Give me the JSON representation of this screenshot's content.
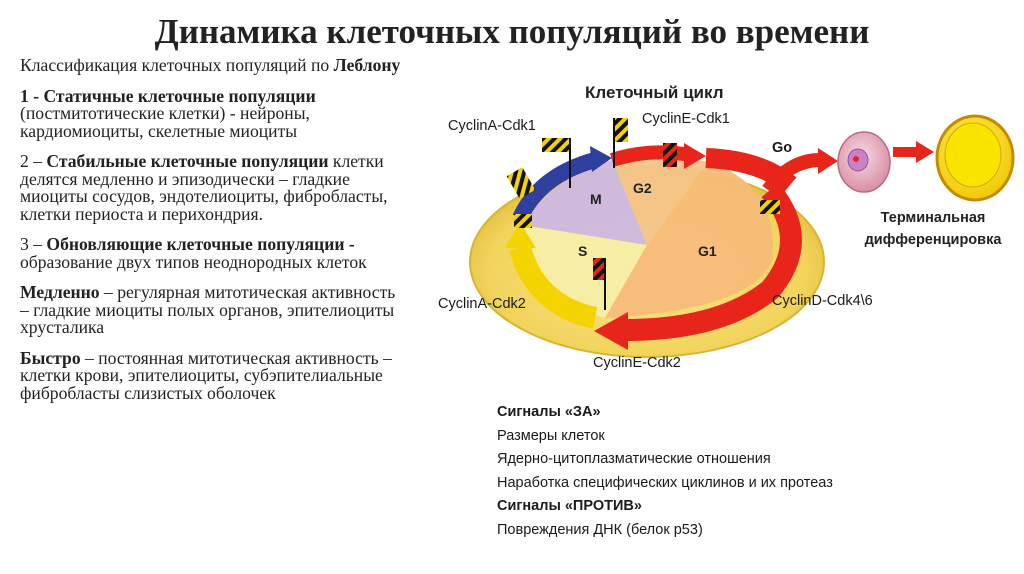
{
  "title": "Динамика клеточных популяций во времени",
  "left": {
    "intro_a": "Классификация клеточных популяций по ",
    "intro_b": "Леблону",
    "item1_head": "1 - Статичные клеточные популяции",
    "item1_text": " (постмитотические клетки) - нейроны, кардиомиоциты, скелетные миоциты",
    "item2_num": "2 – ",
    "item2_head": "Стабильные клеточные популяции",
    "item2_text": " клетки делятся медленно и эпизодически – гладкие миоциты сосудов, эндотелиоциты, фибробласты, клетки периоста и перихондрия.",
    "item3_num": "3 – ",
    "item3_head": "Обновляющие клеточные популяции -",
    "item3_text": " образование двух типов неоднородных клеток",
    "slow_head": "Медленно",
    "slow_text": " – регулярная митотическая активность – гладкие миоциты полых органов, эпителиоциты хрусталика",
    "fast_head": "Быстро",
    "fast_text": " – постоянная митотическая активность – клетки крови, эпителиоциты, субэпителиальные фибробласты слизистых оболочек"
  },
  "diagram": {
    "title": "Клеточный цикл",
    "labels": {
      "cyclinA_cdk1": "CyclinA-Cdk1",
      "cyclinE_cdk1": "CyclinE-Cdk1",
      "cyclinA_cdk2": "CyclinA-Cdk2",
      "cyclinD_cdk46": "CyclinD-Cdk4\\6",
      "cyclinE_cdk2": "CyclinE-Cdk2",
      "go": "Go"
    },
    "phases": {
      "m": "M",
      "g2": "G2",
      "s": "S",
      "g1": "G1"
    },
    "terminal": "Терминальная дифференцировка",
    "colors": {
      "disc": "#f2d45c",
      "disc_rim": "#d9b432",
      "sector_m": "#cdb8e2",
      "sector_g2": "#f4c48a",
      "sector_s": "#f7eea8",
      "sector_g1": "#f6bc78",
      "arrow_red": "#e8251b",
      "arrow_blue": "#2f3f9e",
      "arrow_yellow": "#f4d400",
      "cell_pink": "#e9b0c0",
      "cell_yellow": "#f9e400"
    }
  },
  "signals": {
    "for_title": "Сигналы «ЗА»",
    "for_items": [
      "Размеры клеток",
      "Ядерно-цитоплазматические отношения",
      "Наработка специфических циклинов и их протеаз"
    ],
    "against_title": "Сигналы «ПРОТИВ»",
    "against_items": [
      "Повреждения ДНК (белок р53)"
    ]
  }
}
